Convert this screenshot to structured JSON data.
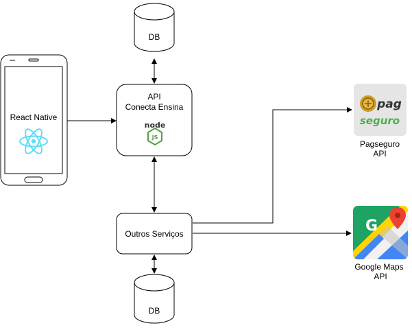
{
  "nodes": {
    "db_top": {
      "label": "DB"
    },
    "db_bottom": {
      "label": "DB"
    },
    "react_native": {
      "label": "React Native"
    },
    "api": {
      "line1": "API",
      "line2": "Conecta Ensina",
      "logo_text": "node",
      "badge_text": "JS"
    },
    "outros": {
      "label": "Outros Serviços"
    },
    "pagseguro": {
      "line1": "Pagseguro",
      "line2": "API",
      "logo_top": "pag",
      "logo_bottom": "seguro"
    },
    "google_maps": {
      "line1": "Google Maps",
      "line2": "API",
      "logo_letter": "G"
    }
  },
  "colors": {
    "stroke": "#000000",
    "react": "#61dafb",
    "node_green": "#539e43",
    "pag_gold": "#c8a02a",
    "pag_green": "#4caf50",
    "maps_green": "#1ea362",
    "maps_blue": "#4285f4",
    "maps_yellow": "#ffd400",
    "maps_red": "#ea4335"
  },
  "icons": [
    "phone-icon",
    "react-icon",
    "nodejs-icon",
    "pagseguro-logo",
    "google-maps-icon"
  ]
}
